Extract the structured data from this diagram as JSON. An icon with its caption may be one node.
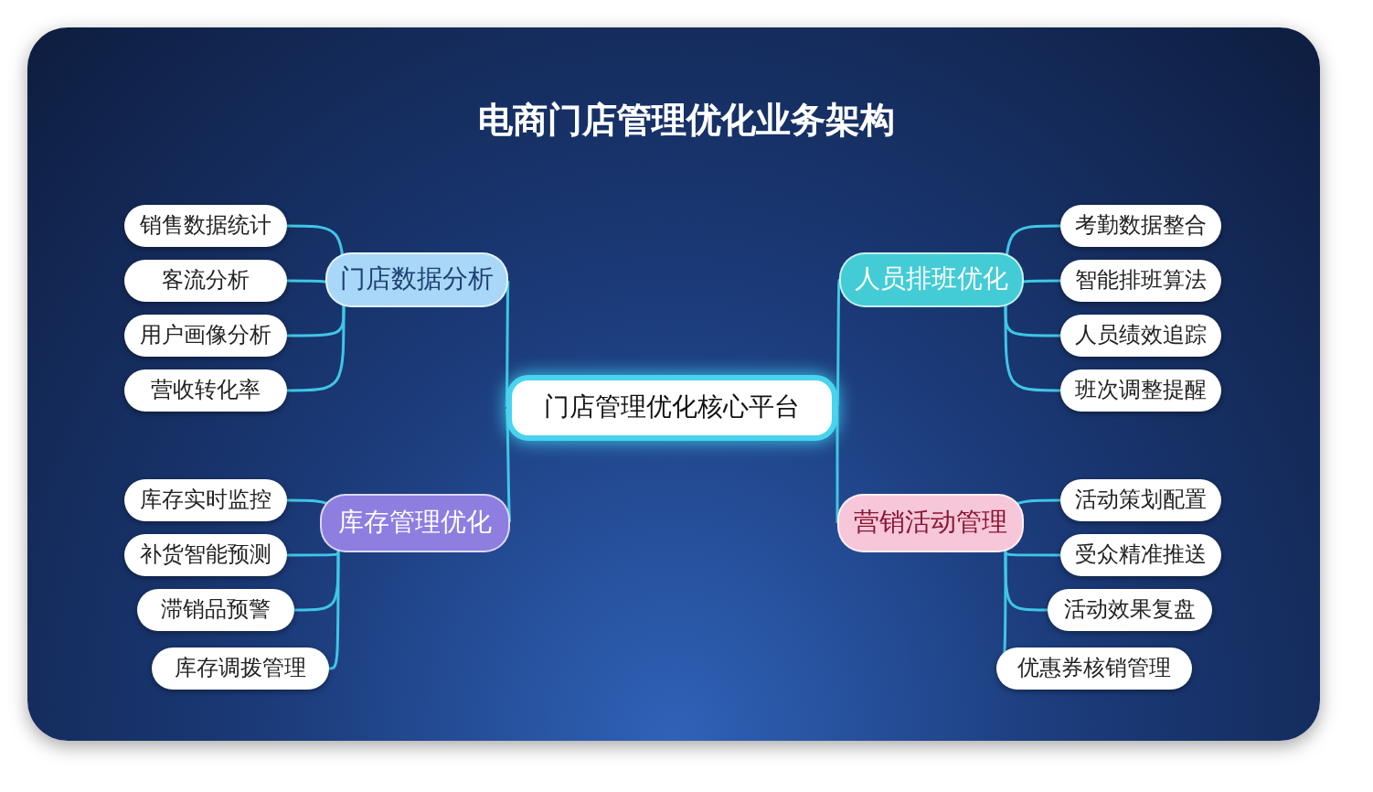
{
  "diagram": {
    "title": "电商门店管理优化业务架构",
    "nodes": [
      {
        "text": [
          "门店管理优化核心平台"
        ]
      },
      {
        "text": [
          "门店数据分析"
        ]
      },
      {
        "text": [
          "销售数据统计"
        ]
      },
      {
        "text": [
          "客流分析"
        ]
      },
      {
        "text": [
          "用户画像分析"
        ]
      },
      {
        "text": [
          "营收转化率"
        ]
      },
      {
        "text": [
          "人员排班优化"
        ]
      },
      {
        "text": [
          "考勤数据整合"
        ]
      },
      {
        "text": [
          "智能排班算法"
        ]
      },
      {
        "text": [
          "人员绩效追踪"
        ]
      },
      {
        "text": [
          "班次调整提醒"
        ]
      },
      {
        "text": [
          "库存管理优化"
        ]
      },
      {
        "text": [
          "库存实时监控"
        ]
      },
      {
        "text": [
          "补货智能预测"
        ]
      },
      {
        "text": [
          "滞销品预警"
        ]
      },
      {
        "text": [
          "库存调拨管理"
        ]
      },
      {
        "text": [
          "营销活动管理"
        ]
      },
      {
        "text": [
          "活动策划配置"
        ]
      },
      {
        "text": [
          "受众精准推送"
        ]
      },
      {
        "text": [
          "活动效果复盘"
        ]
      },
      {
        "text": [
          "优惠券核销管理"
        ]
      }
    ],
    "edges": [
      {
        "from": 0,
        "to": 1,
        "arrow": "none"
      },
      {
        "from": 0,
        "to": 6,
        "arrow": "none"
      },
      {
        "from": 0,
        "to": 11,
        "arrow": "none"
      },
      {
        "from": 0,
        "to": 16,
        "arrow": "none"
      },
      {
        "from": 1,
        "to": 2,
        "arrow": "none"
      },
      {
        "from": 1,
        "to": 3,
        "arrow": "none"
      },
      {
        "from": 1,
        "to": 4,
        "arrow": "none"
      },
      {
        "from": 1,
        "to": 5,
        "arrow": "none"
      },
      {
        "from": 6,
        "to": 7,
        "arrow": "none"
      },
      {
        "from": 6,
        "to": 8,
        "arrow": "none"
      },
      {
        "from": 6,
        "to": 9,
        "arrow": "none"
      },
      {
        "from": 6,
        "to": 10,
        "arrow": "none"
      },
      {
        "from": 11,
        "to": 12,
        "arrow": "none"
      },
      {
        "from": 11,
        "to": 13,
        "arrow": "none"
      },
      {
        "from": 11,
        "to": 14,
        "arrow": "none"
      },
      {
        "from": 11,
        "to": 15,
        "arrow": "none"
      },
      {
        "from": 16,
        "to": 17,
        "arrow": "none"
      },
      {
        "from": 16,
        "to": 18,
        "arrow": "none"
      },
      {
        "from": 16,
        "to": 19,
        "arrow": "none"
      },
      {
        "from": 16,
        "to": 20,
        "arrow": "none"
      }
    ]
  }
}
